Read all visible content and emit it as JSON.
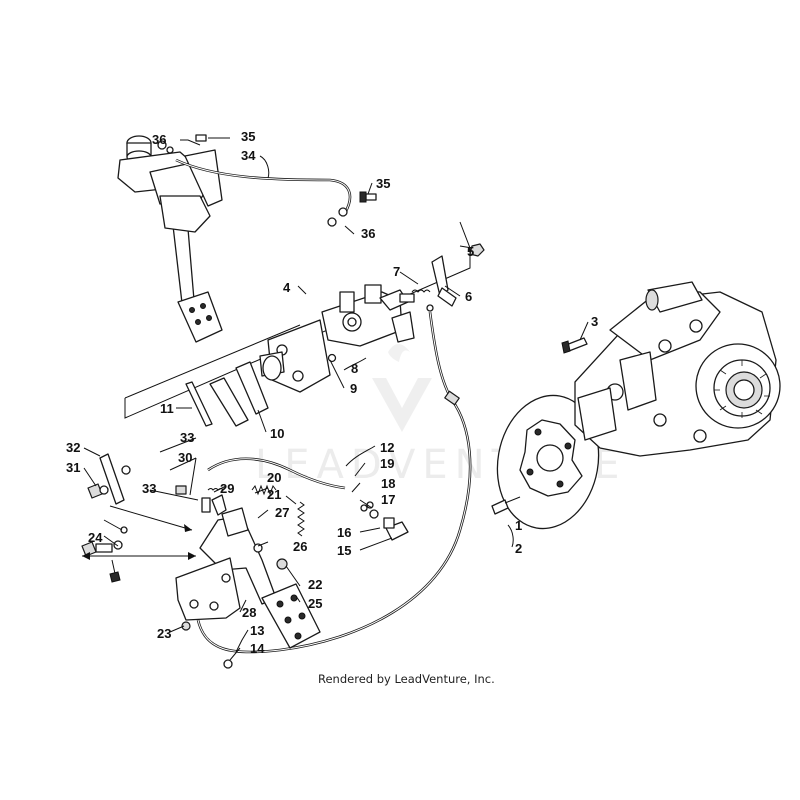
{
  "credit": "Rendered by LeadVenture, Inc.",
  "watermark": {
    "text": "LEADVENTURE",
    "logo": "leadventure-logo"
  },
  "callouts": [
    "1",
    "2",
    "3",
    "4",
    "5",
    "6",
    "7",
    "8",
    "9",
    "10",
    "11",
    "12",
    "13",
    "14",
    "15",
    "16",
    "17",
    "18",
    "19",
    "20",
    "21",
    "22",
    "23",
    "24",
    "25",
    "26",
    "27",
    "28",
    "29",
    "30",
    "31",
    "32",
    "33",
    "34",
    "35",
    "36"
  ],
  "assemblies": {
    "master_cylinder": "master-cylinder-assembly",
    "brake_caliper": "brake-caliper-assembly",
    "brake_disc": "brake-disc",
    "gear_case": "rear-gear-case",
    "hand_brake_pedal": "pedal-bracket-assembly",
    "brake_cable": "brake-cable"
  }
}
